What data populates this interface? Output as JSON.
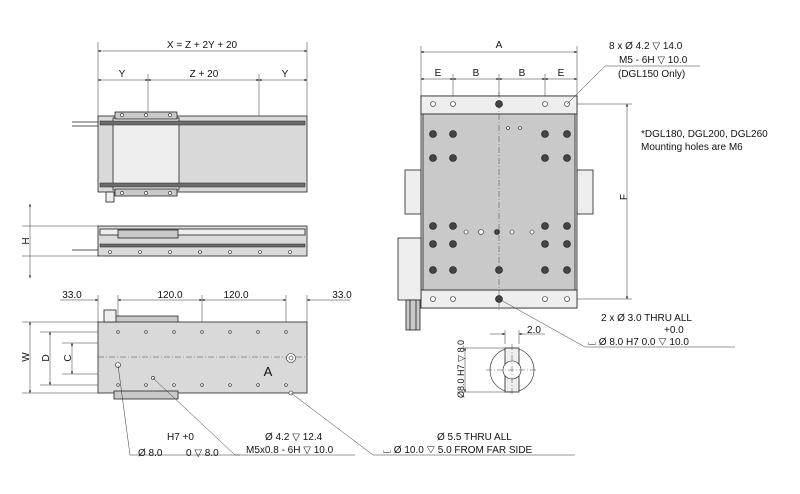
{
  "dims": {
    "x_total": "X = Z + 2Y + 20",
    "y_left": "Y",
    "z_mid": "Z + 20",
    "y_right": "Y",
    "h": "H",
    "pitch_left": "33.0",
    "pitch_1": "120.0",
    "pitch_2": "120.0",
    "pitch_right": "33.0",
    "w": "W",
    "d": "D",
    "c": "C",
    "a": "A",
    "e_left": "E",
    "b_left": "B",
    "b_right": "B",
    "e_right": "E",
    "f": "F",
    "width_2": "2.0",
    "dia_h7": "Ø8.0 H7 ▽ 8.0",
    "datum": "A"
  },
  "notes": {
    "top_right_1": "8 x Ø  4.2 ▽  14.0",
    "top_right_2": "M5 - 6H ▽ 10.0",
    "top_right_3": "(DGL150 Only)",
    "side_note_1": "*DGL180, DGL200, DGL260",
    "side_note_2": "Mounting holes are M6",
    "thru_1": "2 x Ø  3.0 THRU ALL",
    "thru_tol": "+0.0",
    "thru_2": "⌴ Ø 8.0  H7   0.0 ▽  10.0",
    "bl_h7": "H7 +0",
    "bl_dia": "Ø 8.0",
    "bl_depth": "0 ▽ 8.0",
    "bm_1": "Ø  4.2 ▽  12.4",
    "bm_2": "M5x0.8 - 6H ▽  10.0",
    "br_1": "Ø  5.5 THRU ALL",
    "br_2": "⌴ Ø  10.0 ▽  5.0 FROM FAR SIDE"
  }
}
